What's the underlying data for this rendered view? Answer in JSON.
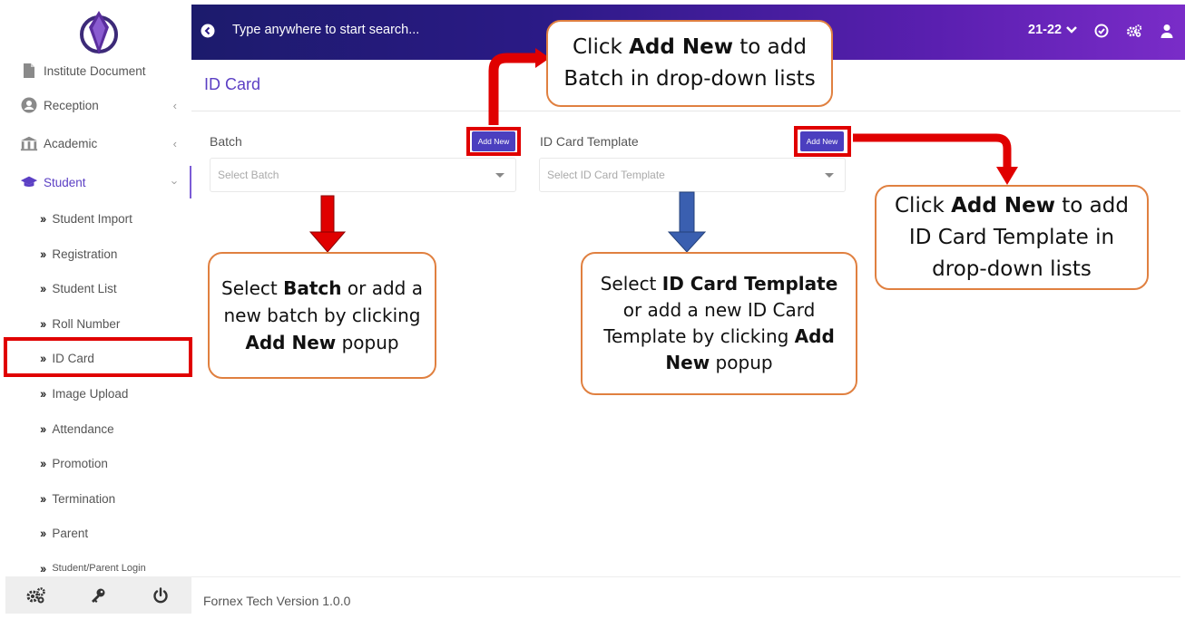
{
  "topbar": {
    "search_placeholder": "Type anywhere to start search...",
    "year": "21-22",
    "gradient_start": "#1c1b6c",
    "gradient_end": "#7a2cc8"
  },
  "sidebar": {
    "items": [
      {
        "label": "Institute Document",
        "icon": "document-icon"
      },
      {
        "label": "Reception",
        "icon": "user-circle-icon"
      },
      {
        "label": "Academic",
        "icon": "building-icon"
      },
      {
        "label": "Student",
        "icon": "graduation-cap-icon"
      }
    ],
    "sub_items": [
      "Student Import",
      "Registration",
      "Student List",
      "Roll Number",
      "ID Card",
      "Image Upload",
      "Attendance",
      "Promotion",
      "Termination",
      "Parent",
      "Student/Parent Login"
    ],
    "footer_icons": [
      "settings-icon",
      "key-icon",
      "power-icon"
    ]
  },
  "page": {
    "title": "ID Card",
    "batch_label": "Batch",
    "batch_add": "Add New",
    "batch_placeholder": "Select Batch",
    "template_label": "ID Card Template",
    "template_add": "Add New",
    "template_placeholder": "Select ID Card Template"
  },
  "footer": {
    "version": "Fornex Tech Version 1.0.0"
  },
  "callouts": {
    "add_batch": {
      "pre": "Click ",
      "bold": "Add New",
      "post": " to add Batch in drop-down lists"
    },
    "add_template": {
      "pre": "Click ",
      "bold": "Add New",
      "post": " to add ID Card Template in drop-down lists"
    },
    "select_batch": {
      "pre": "Select ",
      "bold": "Batch",
      "mid": " or add a new batch by clicking ",
      "bold2": "Add New",
      "post": " popup"
    },
    "select_template": {
      "pre": "Select ",
      "bold": "ID Card Template",
      "mid": " or add a new ID Card Template by clicking ",
      "bold2": "Add New",
      "post": " popup"
    }
  },
  "colors": {
    "accent": "#5b3fc4",
    "button": "#4b3fbf",
    "highlight_red": "#e00000",
    "callout_border": "#e08040",
    "arrow_blue": "#3a5fb0"
  }
}
